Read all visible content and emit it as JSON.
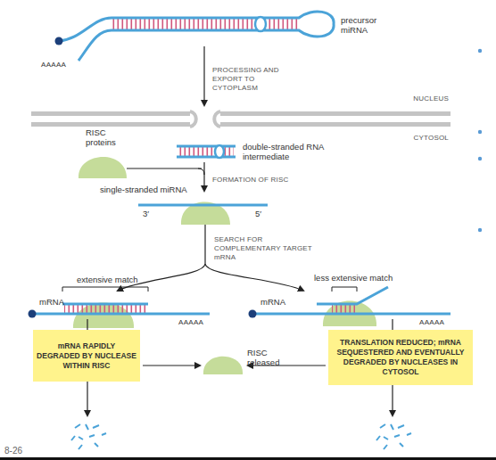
{
  "diagram": {
    "nodes": [
      {
        "text": [
          "mRNA RAPIDLY DEGRADED BY NUCLEASE WITHIN RISC"
        ]
      },
      {
        "text": [
          "TRANSLATION REDUCED; mRNA SEQUESTERED AND EVENTUALLY DEGRADED BY NUCLEASES IN CYTOSOL"
        ]
      }
    ],
    "labels": [
      "precursor miRNA",
      "AAAAA",
      "PROCESSING AND EXPORT TO CYTOPLASM",
      "NUCLEUS",
      "CYTOSOL",
      "RISC proteins",
      "double-stranded RNA intermediate",
      "FORMATION OF RISC",
      "single-stranded miRNA",
      "3′",
      "5′",
      "SEARCH FOR COMPLEMENTARY TARGET mRNA",
      "extensive match",
      "mRNA",
      "AAAAA",
      "less extensive match",
      "mRNA",
      "AAAAA",
      "RISC released",
      "8-26"
    ]
  }
}
